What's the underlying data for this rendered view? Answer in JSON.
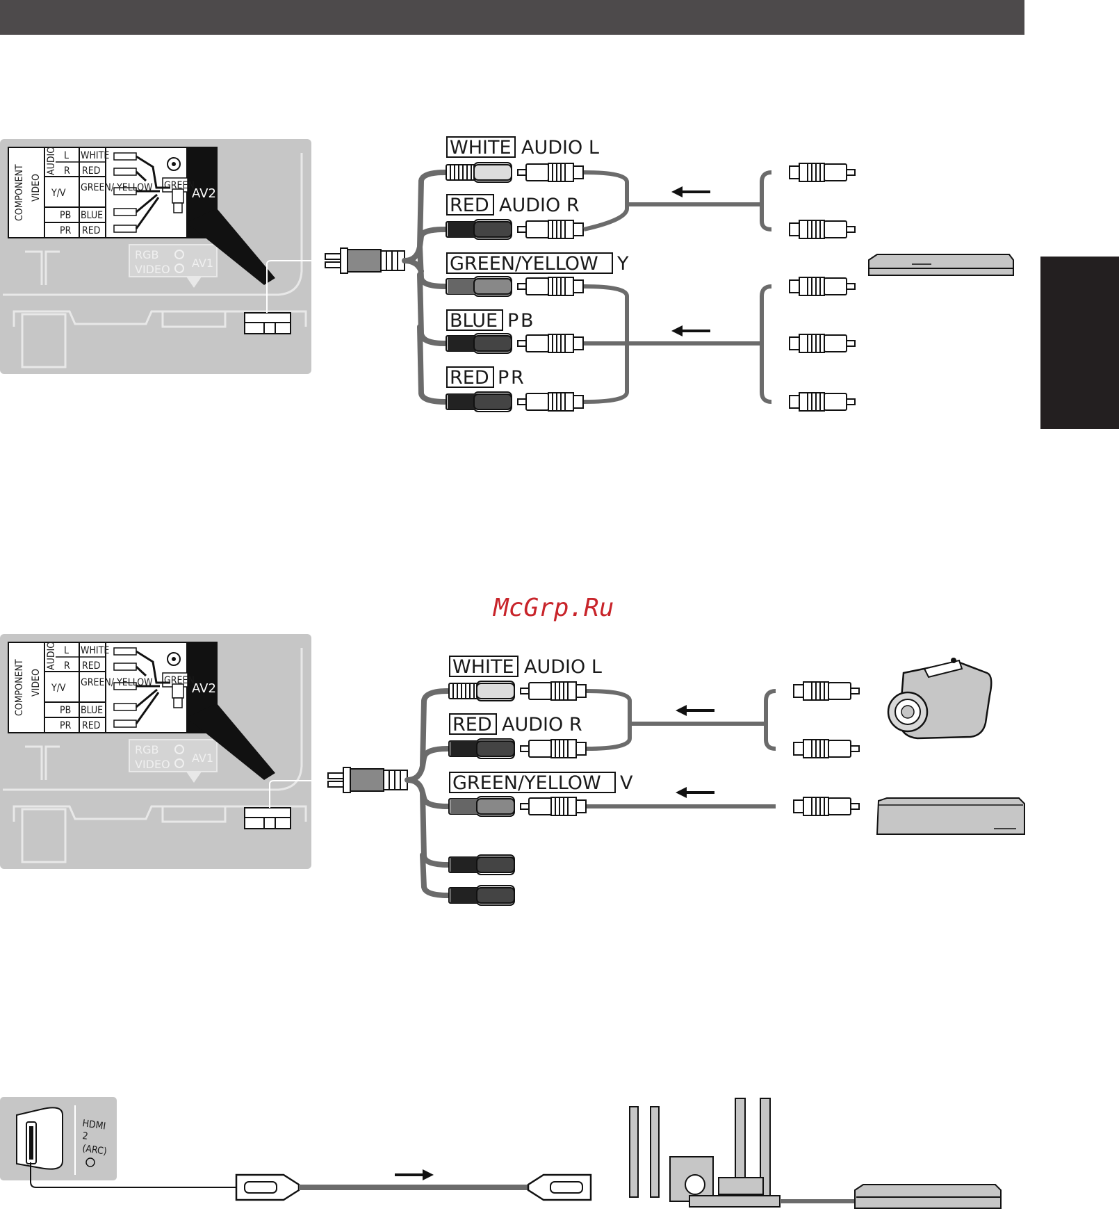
{
  "colors": {
    "header_bar": "#4d4a4b",
    "side_tab": "#231f20",
    "panel": "#c6c6c6",
    "cable": "#6b6b6b",
    "watermark": "#c8242a"
  },
  "watermark": "McGrp.Ru",
  "panel": {
    "component": "COMPONENT",
    "video": "VIDEO",
    "audio": "AUDIO",
    "l": "L",
    "r": "R",
    "yv": "Y/V",
    "pb": "PB",
    "pr": "PR",
    "colors": [
      "WHITE",
      "RED",
      "GREEN/ YELLOW",
      "BLUE",
      "RED"
    ],
    "green": "GREEN",
    "av2": "AV2",
    "rgb": "RGB",
    "video_in": "VIDEO",
    "av1": "AV1"
  },
  "connection1": {
    "lines": [
      {
        "color": "WHITE",
        "signal": "AUDIO L"
      },
      {
        "color": "RED",
        "signal": "AUDIO R"
      },
      {
        "color": "GREEN/YELLOW",
        "signal": "Y"
      },
      {
        "color": "BLUE",
        "signal": "P",
        "sub": "B"
      },
      {
        "color": "RED",
        "signal": "P",
        "sub": "R"
      }
    ]
  },
  "connection2": {
    "lines": [
      {
        "color": "WHITE",
        "signal": "AUDIO L"
      },
      {
        "color": "RED",
        "signal": "AUDIO R"
      },
      {
        "color": "GREEN/YELLOW",
        "signal": "V"
      }
    ]
  },
  "hdmi": {
    "line1": "HDMI",
    "line2": "2",
    "line3": "(ARC)"
  },
  "icons": [
    "arrow-left-icon",
    "arrow-right-icon",
    "rca-plug-icon",
    "av-jack-icon",
    "hdmi-plug-icon",
    "blu-ray-player-icon",
    "camcorder-icon",
    "set-top-box-icon",
    "home-theater-icon"
  ]
}
